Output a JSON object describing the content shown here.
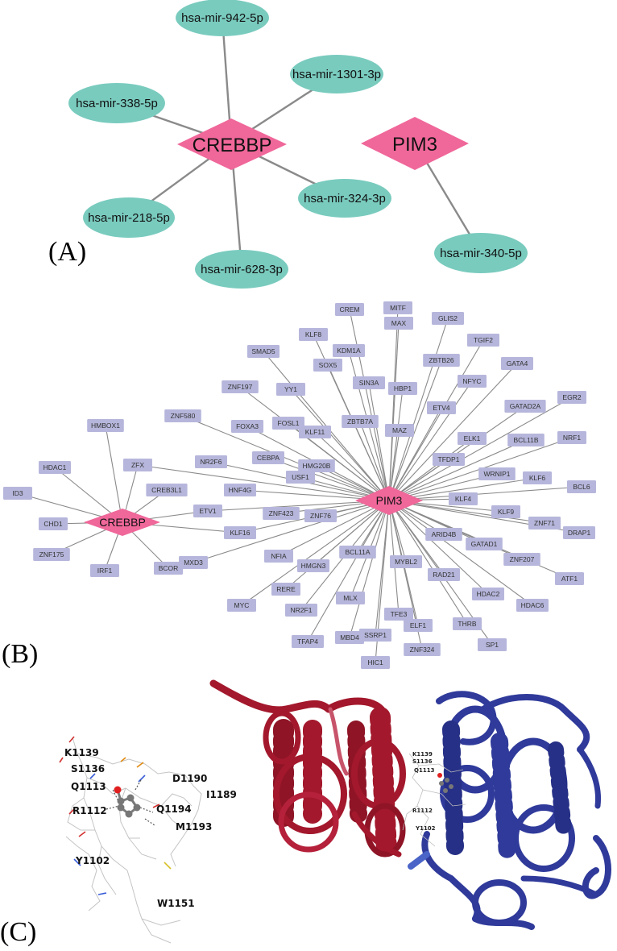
{
  "colors": {
    "hub": "#f0679a",
    "mirna": "#79cbbe",
    "tf": "#b6b6dc",
    "edge": "#8a8a8a",
    "chain_red": "#a3182c",
    "chain_blue": "#2f3a9a"
  },
  "panel_labels": {
    "a": "(A)",
    "b": "(B)",
    "c": "(C)"
  },
  "panel_a": {
    "hubs": {
      "crebbp": "CREBBP",
      "pim3": "PIM3"
    },
    "mirnas": {
      "m942": "hsa-mir-942-5p",
      "m1301": "hsa-mir-1301-3p",
      "m338": "hsa-mir-338-5p",
      "m324": "hsa-mir-324-3p",
      "m218": "hsa-mir-218-5p",
      "m628": "hsa-mir-628-3p",
      "m340": "hsa-mir-340-5p"
    },
    "edges": [
      [
        "crebbp",
        "m942"
      ],
      [
        "crebbp",
        "m1301"
      ],
      [
        "crebbp",
        "m338"
      ],
      [
        "crebbp",
        "m324"
      ],
      [
        "crebbp",
        "m218"
      ],
      [
        "crebbp",
        "m628"
      ],
      [
        "pim3",
        "m340"
      ]
    ]
  },
  "panel_b": {
    "hubs": {
      "crebbp": "CREBBP",
      "pim3": "PIM3"
    },
    "tfs": [
      {
        "id": "MITF",
        "label": "MITF"
      },
      {
        "id": "CREM",
        "label": "CREM"
      },
      {
        "id": "GLIS2",
        "label": "GLIS2"
      },
      {
        "id": "KLF8",
        "label": "KLF8"
      },
      {
        "id": "MAX",
        "label": "MAX"
      },
      {
        "id": "TGIF2",
        "label": "TGIF2"
      },
      {
        "id": "SMAD5",
        "label": "SMAD5"
      },
      {
        "id": "KDM1A",
        "label": "KDM1A"
      },
      {
        "id": "ZBTB26",
        "label": "ZBTB26"
      },
      {
        "id": "SOX5",
        "label": "SOX5"
      },
      {
        "id": "SIN3A",
        "label": "SIN3A"
      },
      {
        "id": "HBP1",
        "label": "HBP1"
      },
      {
        "id": "NFYC",
        "label": "NFYC"
      },
      {
        "id": "GATA4",
        "label": "GATA4"
      },
      {
        "id": "ZNF197",
        "label": "ZNF197"
      },
      {
        "id": "YY1",
        "label": "YY1"
      },
      {
        "id": "ETV4",
        "label": "ETV4"
      },
      {
        "id": "ZNF580",
        "label": "ZNF580"
      },
      {
        "id": "FOXA3",
        "label": "FOXA3"
      },
      {
        "id": "FOSL1",
        "label": "FOSL1"
      },
      {
        "id": "ZBTB7A",
        "label": "ZBTB7A"
      },
      {
        "id": "GATAD2A",
        "label": "GATAD2A"
      },
      {
        "id": "EGR2",
        "label": "EGR2"
      },
      {
        "id": "KLF11",
        "label": "KLF11"
      },
      {
        "id": "MAZ",
        "label": "MAZ"
      },
      {
        "id": "HMBOX1",
        "label": "HMBOX1"
      },
      {
        "id": "ELK1",
        "label": "ELK1"
      },
      {
        "id": "BCL11B",
        "label": "BCL11B"
      },
      {
        "id": "NRF1",
        "label": "NRF1"
      },
      {
        "id": "CEBPA",
        "label": "CEBPA"
      },
      {
        "id": "TFDP1",
        "label": "TFDP1"
      },
      {
        "id": "HDAC1",
        "label": "HDAC1"
      },
      {
        "id": "ZFX",
        "label": "ZFX"
      },
      {
        "id": "NR2F6",
        "label": "NR2F6"
      },
      {
        "id": "HMG20B",
        "label": "HMG20B"
      },
      {
        "id": "USF1",
        "label": "USF1"
      },
      {
        "id": "WRNIP1",
        "label": "WRNIP1"
      },
      {
        "id": "KLF6",
        "label": "KLF6"
      },
      {
        "id": "ID3",
        "label": "ID3"
      },
      {
        "id": "CREB3L1",
        "label": "CREB3L1"
      },
      {
        "id": "BCL6",
        "label": "BCL6"
      },
      {
        "id": "HNF4G",
        "label": "HNF4G"
      },
      {
        "id": "KLF4",
        "label": "KLF4"
      },
      {
        "id": "CHD1",
        "label": "CHD1"
      },
      {
        "id": "ETV1",
        "label": "ETV1"
      },
      {
        "id": "ZNF423",
        "label": "ZNF423"
      },
      {
        "id": "KLF9",
        "label": "KLF9"
      },
      {
        "id": "ZNF71",
        "label": "ZNF71"
      },
      {
        "id": "DRAP1",
        "label": "DRAP1"
      },
      {
        "id": "ZNF76",
        "label": "ZNF76"
      },
      {
        "id": "KLF16",
        "label": "KLF16"
      },
      {
        "id": "ARID4B",
        "label": "ARID4B"
      },
      {
        "id": "GATAD1",
        "label": "GATAD1"
      },
      {
        "id": "ZNF175",
        "label": "ZNF175"
      },
      {
        "id": "MXD3",
        "label": "MXD3"
      },
      {
        "id": "ZNF207",
        "label": "ZNF207"
      },
      {
        "id": "IRF1",
        "label": "IRF1"
      },
      {
        "id": "BCOR",
        "label": "BCOR"
      },
      {
        "id": "NFIA",
        "label": "NFIA"
      },
      {
        "id": "BCL11A",
        "label": "BCL11A"
      },
      {
        "id": "MYBL2",
        "label": "MYBL2"
      },
      {
        "id": "ATF1",
        "label": "ATF1"
      },
      {
        "id": "HMGN3",
        "label": "HMGN3"
      },
      {
        "id": "RAD21",
        "label": "RAD21"
      },
      {
        "id": "RERE",
        "label": "RERE"
      },
      {
        "id": "HDAC2",
        "label": "HDAC2"
      },
      {
        "id": "HDAC6",
        "label": "HDAC6"
      },
      {
        "id": "MYC",
        "label": "MYC"
      },
      {
        "id": "NR2F1",
        "label": "NR2F1"
      },
      {
        "id": "MLX",
        "label": "MLX"
      },
      {
        "id": "TFE3",
        "label": "TFE3"
      },
      {
        "id": "ELF1",
        "label": "ELF1"
      },
      {
        "id": "THRB",
        "label": "THRB"
      },
      {
        "id": "TFAP4",
        "label": "TFAP4"
      },
      {
        "id": "MBD4",
        "label": "MBD4"
      },
      {
        "id": "SSRP1",
        "label": "SSRP1"
      },
      {
        "id": "ZNF324",
        "label": "ZNF324"
      },
      {
        "id": "SP1",
        "label": "SP1"
      },
      {
        "id": "HIC1",
        "label": "HIC1"
      }
    ],
    "crebbp_targets": [
      "HMBOX1",
      "HDAC1",
      "ZFX",
      "CREB3L1",
      "ID3",
      "CHD1",
      "ETV1",
      "ZNF175",
      "IRF1",
      "BCOR",
      "KLF16"
    ],
    "pim3_targets": [
      "MITF",
      "CREM",
      "GLIS2",
      "KLF8",
      "MAX",
      "TGIF2",
      "SMAD5",
      "KDM1A",
      "ZBTB26",
      "SOX5",
      "SIN3A",
      "HBP1",
      "NFYC",
      "GATA4",
      "ZNF197",
      "YY1",
      "ETV4",
      "ZNF580",
      "FOXA3",
      "FOSL1",
      "ZBTB7A",
      "GATAD2A",
      "EGR2",
      "KLF11",
      "MAZ",
      "ELK1",
      "BCL11B",
      "NRF1",
      "CEBPA",
      "TFDP1",
      "ZFX",
      "NR2F6",
      "HMG20B",
      "USF1",
      "WRNIP1",
      "KLF6",
      "BCL6",
      "HNF4G",
      "KLF4",
      "ETV1",
      "ZNF423",
      "KLF9",
      "ZNF71",
      "DRAP1",
      "ZNF76",
      "KLF16",
      "ARID4B",
      "GATAD1",
      "MXD3",
      "ZNF207",
      "NFIA",
      "BCL11A",
      "MYBL2",
      "ATF1",
      "HMGN3",
      "RAD21",
      "RERE",
      "HDAC2",
      "HDAC6",
      "MYC",
      "NR2F1",
      "MLX",
      "TFE3",
      "ELF1",
      "THRB",
      "TFAP4",
      "MBD4",
      "SSRP1",
      "ZNF324",
      "SP1",
      "HIC1"
    ]
  },
  "panel_c": {
    "residues": {
      "k1139": "K1139",
      "s1136": "S1136",
      "q1113": "Q1113",
      "d1190": "D1190",
      "i1189": "I1189",
      "r1112": "R1112",
      "q1194": "Q1194",
      "m1193": "M1193",
      "y1102": "Y1102",
      "w1151": "W1151"
    }
  }
}
